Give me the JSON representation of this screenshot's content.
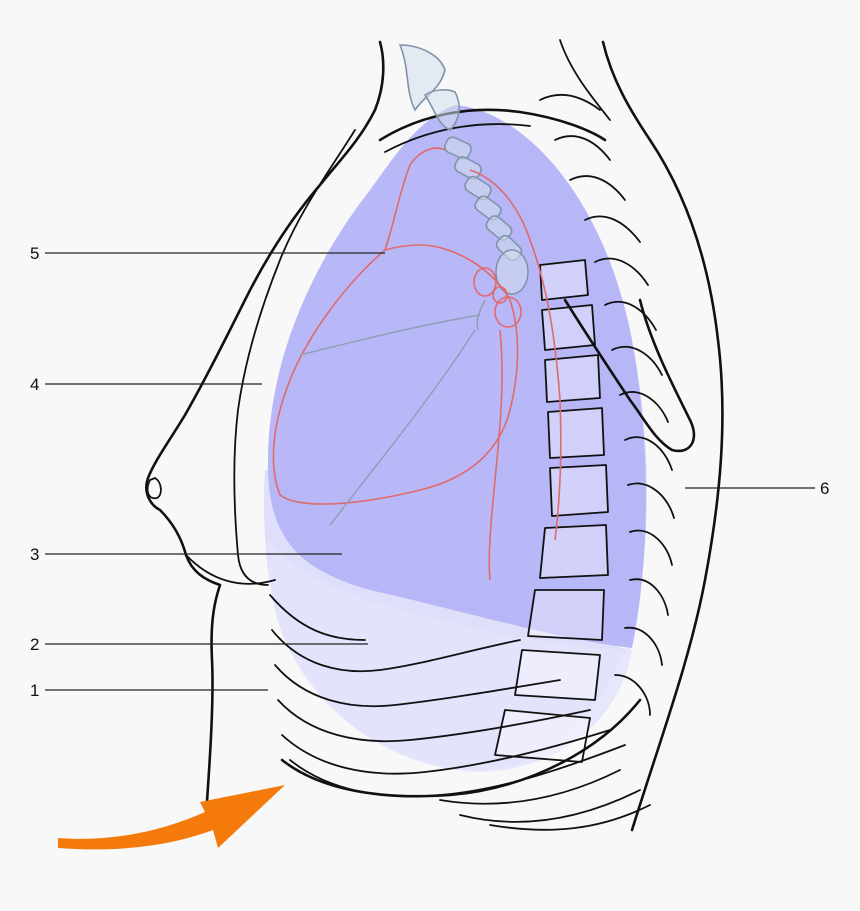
{
  "labels": [
    {
      "id": "1",
      "text": "1"
    },
    {
      "id": "2",
      "text": "2"
    },
    {
      "id": "3",
      "text": "3"
    },
    {
      "id": "4",
      "text": "4"
    },
    {
      "id": "5",
      "text": "5"
    },
    {
      "id": "6",
      "text": "6"
    }
  ],
  "colors": {
    "background": "#f8f8f8",
    "lung_fill": "#b4b4f8",
    "pleura_fill": "#dcdcfb",
    "vessel": "#e06a6a",
    "arrow": "#f47a0c",
    "outline": "#111111"
  },
  "arrow": {
    "icon": "curved-arrow-right-icon"
  }
}
